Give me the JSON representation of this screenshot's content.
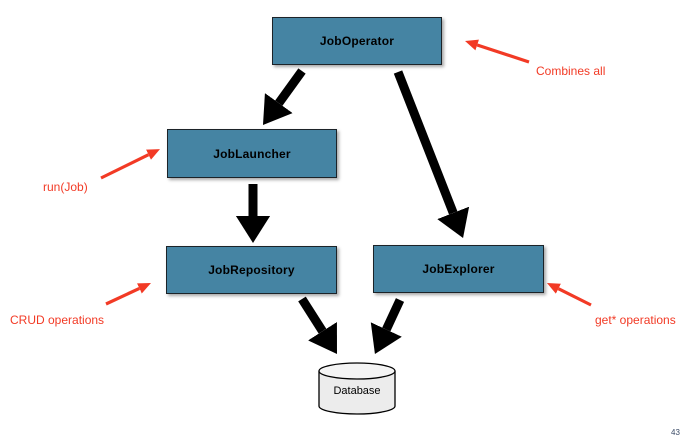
{
  "diagram": {
    "nodes": {
      "job_operator": "JobOperator",
      "job_launcher": "JobLauncher",
      "job_repository": "JobRepository",
      "job_explorer": "JobExplorer",
      "database": "Database"
    },
    "annotations": {
      "combines_all": "Combines all",
      "run_job": "run(Job)",
      "crud_operations": "CRUD operations",
      "get_operations": "get* operations"
    },
    "edges": [
      {
        "from": "JobOperator",
        "to": "JobLauncher"
      },
      {
        "from": "JobOperator",
        "to": "JobExplorer"
      },
      {
        "from": "JobLauncher",
        "to": "JobRepository"
      },
      {
        "from": "JobRepository",
        "to": "Database"
      },
      {
        "from": "JobExplorer",
        "to": "Database"
      }
    ],
    "colors": {
      "node_fill": "#4584a3",
      "node_border": "#1c2328",
      "annotation_red": "#f23a25",
      "arrow_black": "#000000",
      "database_fill": "#ececec",
      "database_top_fill": "#f4f4f4"
    },
    "page_number": "43"
  }
}
